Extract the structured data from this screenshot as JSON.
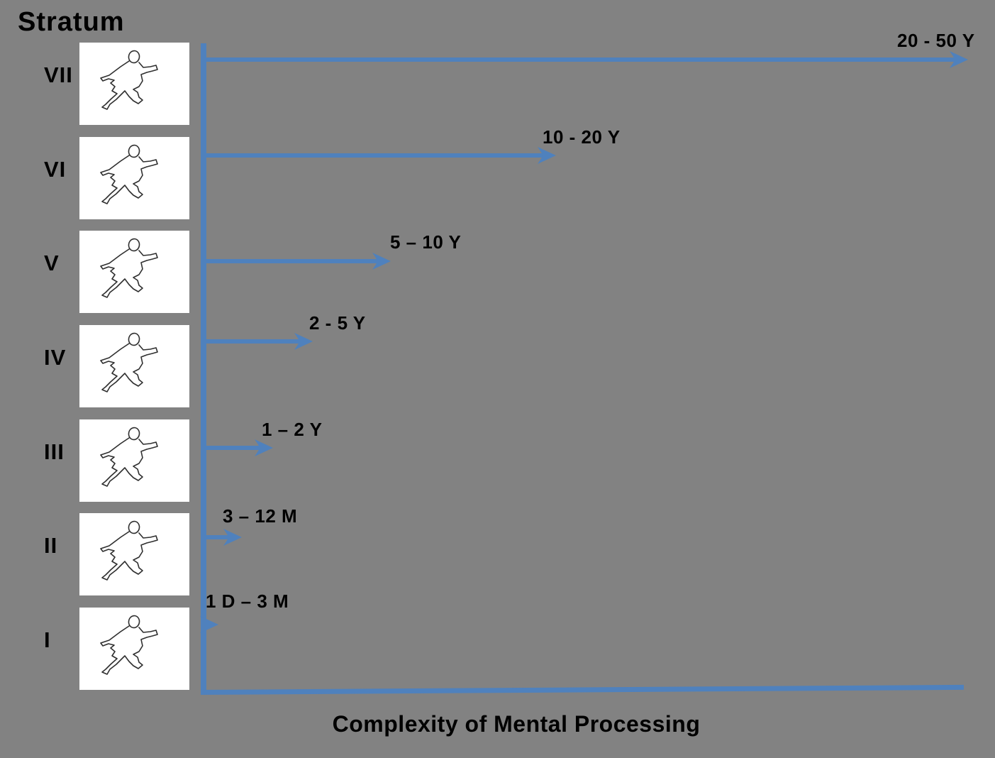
{
  "title": "Stratum",
  "axes": {
    "y_title": "Stratum",
    "x_title": "Complexity of Mental Processing"
  },
  "colors": {
    "background": "#828282",
    "accent_blue": "#4F81BD",
    "box_fill": "#FFFFFF",
    "text": "#000000"
  },
  "figure_icon": "running-person-sketch",
  "strata": [
    {
      "numeral": "VII",
      "time_span": "20 - 50 Y"
    },
    {
      "numeral": "VI",
      "time_span": "10 - 20 Y"
    },
    {
      "numeral": "V",
      "time_span": "5 – 10 Y"
    },
    {
      "numeral": "IV",
      "time_span": "2 - 5 Y"
    },
    {
      "numeral": "III",
      "time_span": "1 – 2 Y"
    },
    {
      "numeral": "II",
      "time_span": "3 – 12 M"
    },
    {
      "numeral": "I",
      "time_span": "1 D – 3 M"
    }
  ]
}
